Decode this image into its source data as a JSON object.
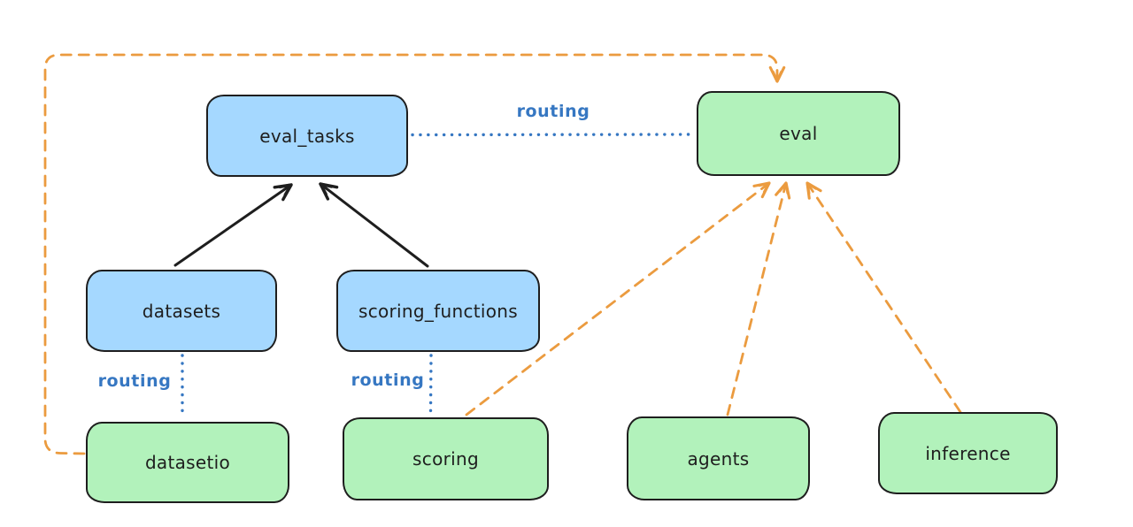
{
  "diagram": {
    "type": "architecture-diagram",
    "colors": {
      "background": "#ffffff",
      "blue_fill": "#a5d8ff",
      "green_fill": "#b2f2bb",
      "border": "#1e1e1e",
      "routing_blue": "#3677c2",
      "orange": "#eb9b3f"
    },
    "nodes": {
      "eval_tasks": {
        "label": "eval_tasks",
        "kind": "blue"
      },
      "eval": {
        "label": "eval",
        "kind": "green"
      },
      "datasets": {
        "label": "datasets",
        "kind": "blue"
      },
      "scoring_functions": {
        "label": "scoring_functions",
        "kind": "blue"
      },
      "datasetio": {
        "label": "datasetio",
        "kind": "green"
      },
      "scoring": {
        "label": "scoring",
        "kind": "green"
      },
      "agents": {
        "label": "agents",
        "kind": "green"
      },
      "inference": {
        "label": "inference",
        "kind": "green"
      }
    },
    "edge_labels": {
      "routing_top": "routing",
      "routing_datasets": "routing",
      "routing_scoring": "routing"
    },
    "edges": [
      {
        "from": "datasets",
        "to": "eval_tasks",
        "style": "solid",
        "color": "black",
        "arrow": true
      },
      {
        "from": "scoring_functions",
        "to": "eval_tasks",
        "style": "solid",
        "color": "black",
        "arrow": true
      },
      {
        "from": "eval_tasks",
        "to": "eval",
        "style": "dotted",
        "color": "blue",
        "arrow": false,
        "label": "routing"
      },
      {
        "from": "datasets",
        "to": "datasetio",
        "style": "dotted",
        "color": "blue",
        "arrow": false,
        "label": "routing"
      },
      {
        "from": "scoring_functions",
        "to": "scoring",
        "style": "dotted",
        "color": "blue",
        "arrow": false,
        "label": "routing"
      },
      {
        "from": "datasetio",
        "to": "eval",
        "style": "dashed",
        "color": "orange",
        "arrow": true,
        "route": "left-top-loop"
      },
      {
        "from": "scoring",
        "to": "eval",
        "style": "dashed",
        "color": "orange",
        "arrow": true
      },
      {
        "from": "agents",
        "to": "eval",
        "style": "dashed",
        "color": "orange",
        "arrow": true
      },
      {
        "from": "inference",
        "to": "eval",
        "style": "dashed",
        "color": "orange",
        "arrow": true
      }
    ]
  }
}
